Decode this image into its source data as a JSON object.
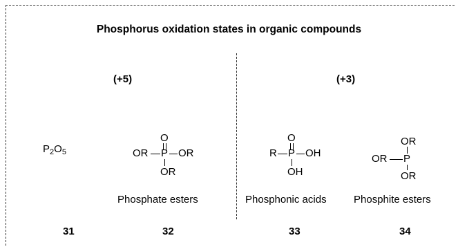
{
  "title": "Phosphorus oxidation states in organic compounds",
  "oxidation_states": {
    "left": "(+5)",
    "right": "(+3)"
  },
  "compounds": [
    {
      "number": "31",
      "formula": {
        "p": "P",
        "p_sub": "2",
        "o": "O",
        "o_sub": "5"
      }
    },
    {
      "number": "32",
      "caption": "Phosphate esters",
      "atoms": {
        "top": "O",
        "left": "OR",
        "center": "P",
        "right": "OR",
        "bottom": "OR"
      }
    },
    {
      "number": "33",
      "caption": "Phosphonic acids",
      "atoms": {
        "top": "O",
        "left": "R",
        "center": "P",
        "right": "OH",
        "bottom": "OH"
      }
    },
    {
      "number": "34",
      "caption": "Phosphite esters",
      "atoms": {
        "top": "OR",
        "left": "OR",
        "center": "P",
        "bottom": "OR"
      }
    }
  ]
}
